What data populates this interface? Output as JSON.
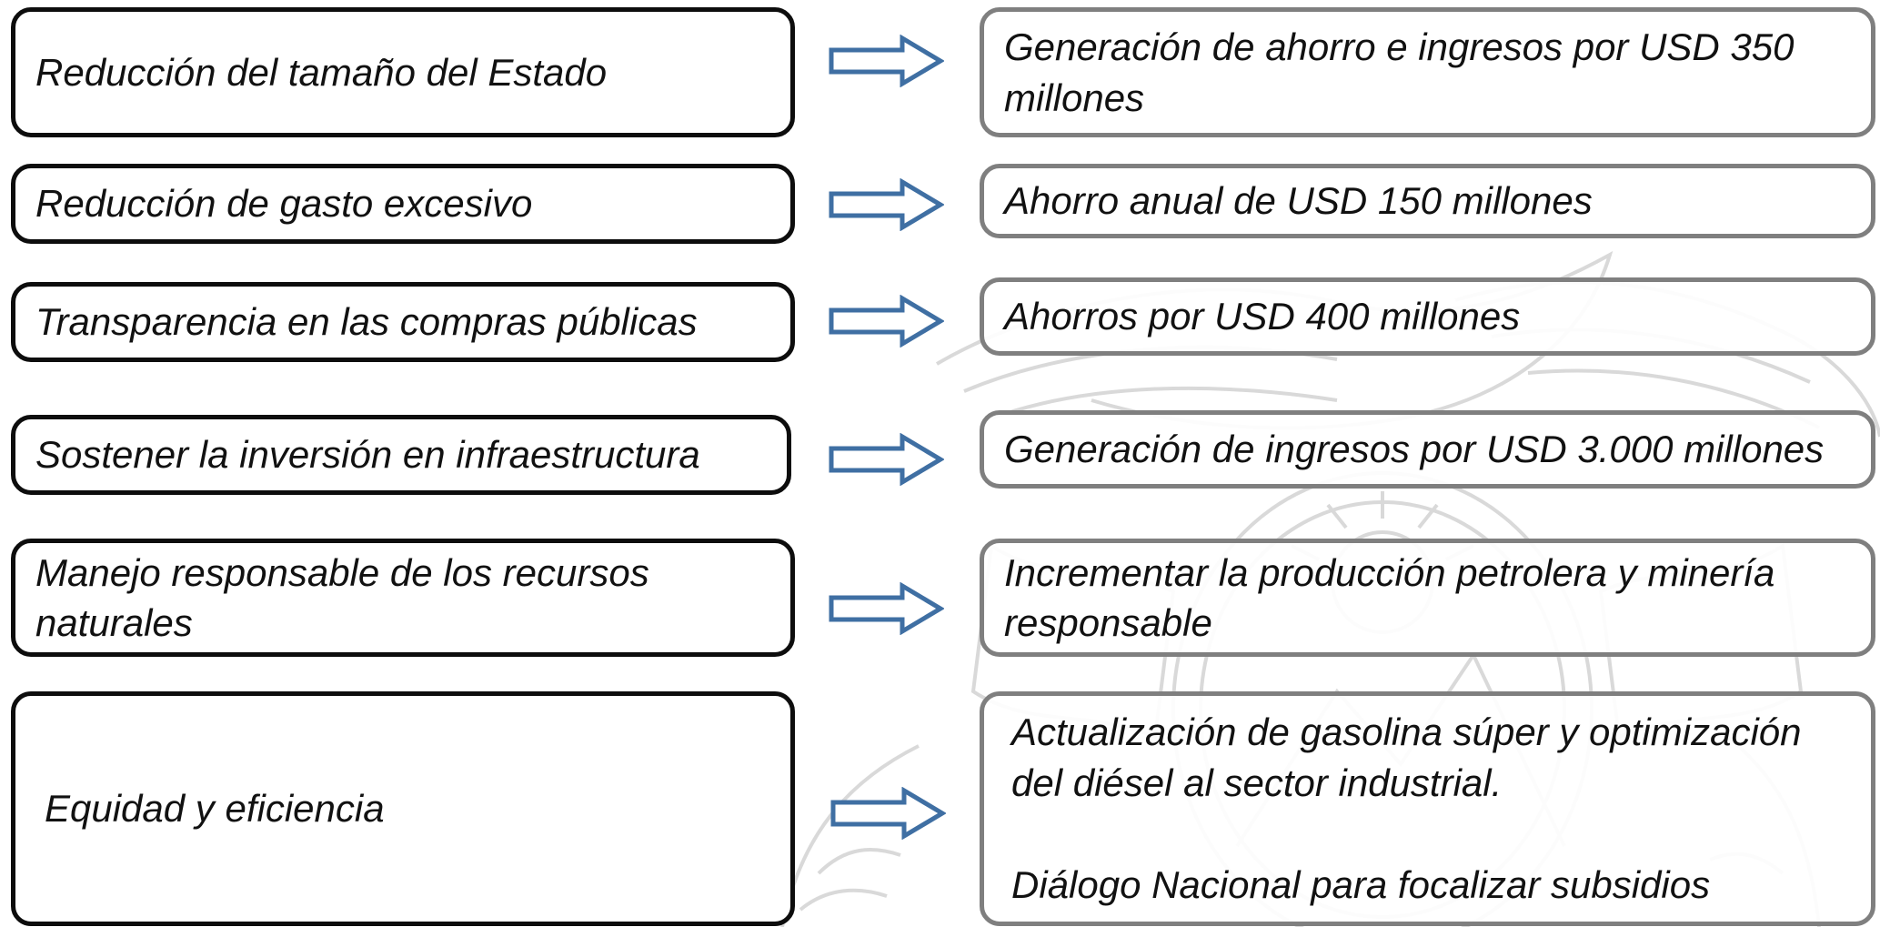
{
  "rows": [
    {
      "measure": "Reducción del tamaño del Estado",
      "result": "Generación de ahorro e ingresos por USD 350 millones"
    },
    {
      "measure": "Reducción de gasto excesivo",
      "result": "Ahorro anual de USD 150 millones"
    },
    {
      "measure": "Transparencia en las compras públicas",
      "result": "Ahorros por USD 400 millones"
    },
    {
      "measure": "Sostener la inversión en infraestructura",
      "result": "Generación de ingresos por USD 3.000 millones"
    },
    {
      "measure": "Manejo responsable de los recursos naturales",
      "result": "Incrementar la producción petrolera y minería responsable"
    },
    {
      "measure": "Equidad y eficiencia",
      "result_lines": [
        "Actualización de gasolina súper y optimización del diésel al sector industrial.",
        "Diálogo Nacional para focalizar subsidios"
      ]
    }
  ],
  "colors": {
    "left_border": "#0d0d0d",
    "right_border": "#7f7f7f",
    "arrow": "#3f6fa3",
    "watermark": "#d6d6d6"
  },
  "icons": {
    "arrow": "right-outline-arrow-icon",
    "watermark": "coat-of-arms-watermark"
  }
}
